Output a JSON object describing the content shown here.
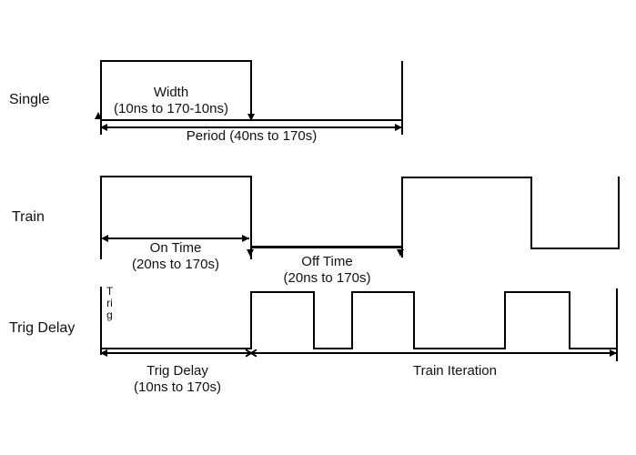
{
  "colors": {
    "line": "#000000",
    "text": "#111111",
    "background": "#ffffff"
  },
  "rows": {
    "single": {
      "label": "Single",
      "width_line1": "Width",
      "width_line2": "(10ns to 170-10ns)",
      "period_label": "Period (40ns to 170s)"
    },
    "train": {
      "label": "Train",
      "on_time_line1": "On Time",
      "on_time_line2": "(20ns to 170s)",
      "off_time_line1": "Off Time",
      "off_time_line2": "(20ns to 170s)"
    },
    "trig": {
      "label": "Trig Delay",
      "trig_marker": "Trig",
      "delay_line1": "Trig Delay",
      "delay_line2": "(10ns to 170s)",
      "iteration_label": "Train Iteration"
    }
  }
}
